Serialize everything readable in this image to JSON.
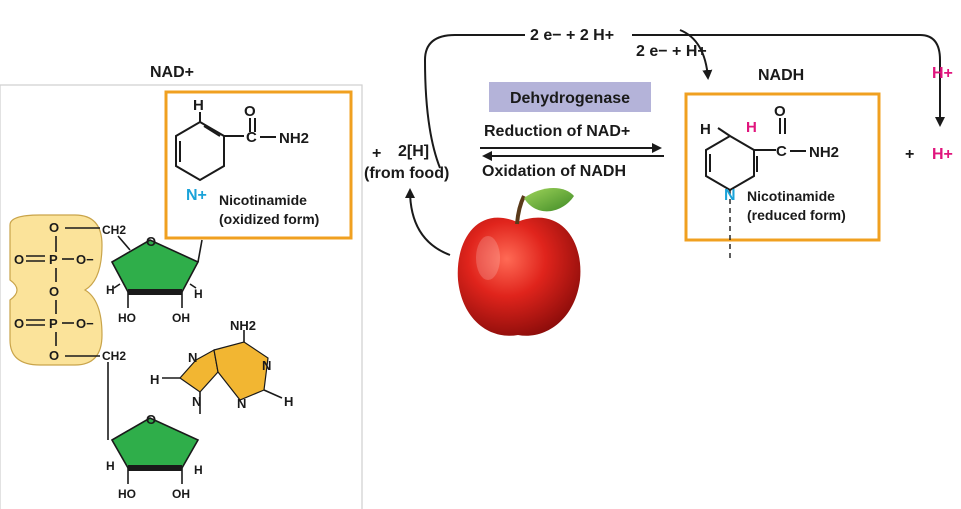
{
  "nad_plus": {
    "title": "NAD+",
    "nicotinamide_label": "Nicotinamide",
    "nicotinamide_form": "(oxidized form)",
    "ring_n": "N+",
    "ring_h": "H",
    "carbonyl_o": "O",
    "carbonyl_c": "C",
    "amide": "NH2",
    "phosphate": {
      "o": "O",
      "p": "P",
      "o_minus": "O−",
      "ch2": "CH2"
    },
    "sugar": {
      "h": "H",
      "ho": "HO",
      "oh": "OH"
    },
    "adenine": {
      "nh2": "NH2",
      "n": "N",
      "h": "H"
    }
  },
  "reaction": {
    "top_transfer": "2 e− + 2 H+",
    "nadh_transfer": "2 e− + H+",
    "from_food_amount": "2[H]",
    "from_food": "(from food)",
    "plus": "+",
    "enzyme": "Dehydrogenase",
    "forward": "Reduction of NAD+",
    "reverse": "Oxidation of NADH",
    "released_proton": "H+"
  },
  "nadh": {
    "title": "NADH",
    "nicotinamide_label": "Nicotinamide",
    "nicotinamide_form": "(reduced form)",
    "ring_n": "N",
    "ring_h": "H",
    "added_h": "H",
    "carbonyl_o": "O",
    "carbonyl_c": "C",
    "amide": "NH2"
  },
  "colors": {
    "box_border": "#f0a020",
    "phosphate_fill": "#fbe39a",
    "sugar_fill": "#2fae4a",
    "adenine_fill": "#f2b632",
    "enzyme_bg": "#b4b3d9",
    "magenta": "#e0157d",
    "cyan": "#1aa3d9"
  }
}
